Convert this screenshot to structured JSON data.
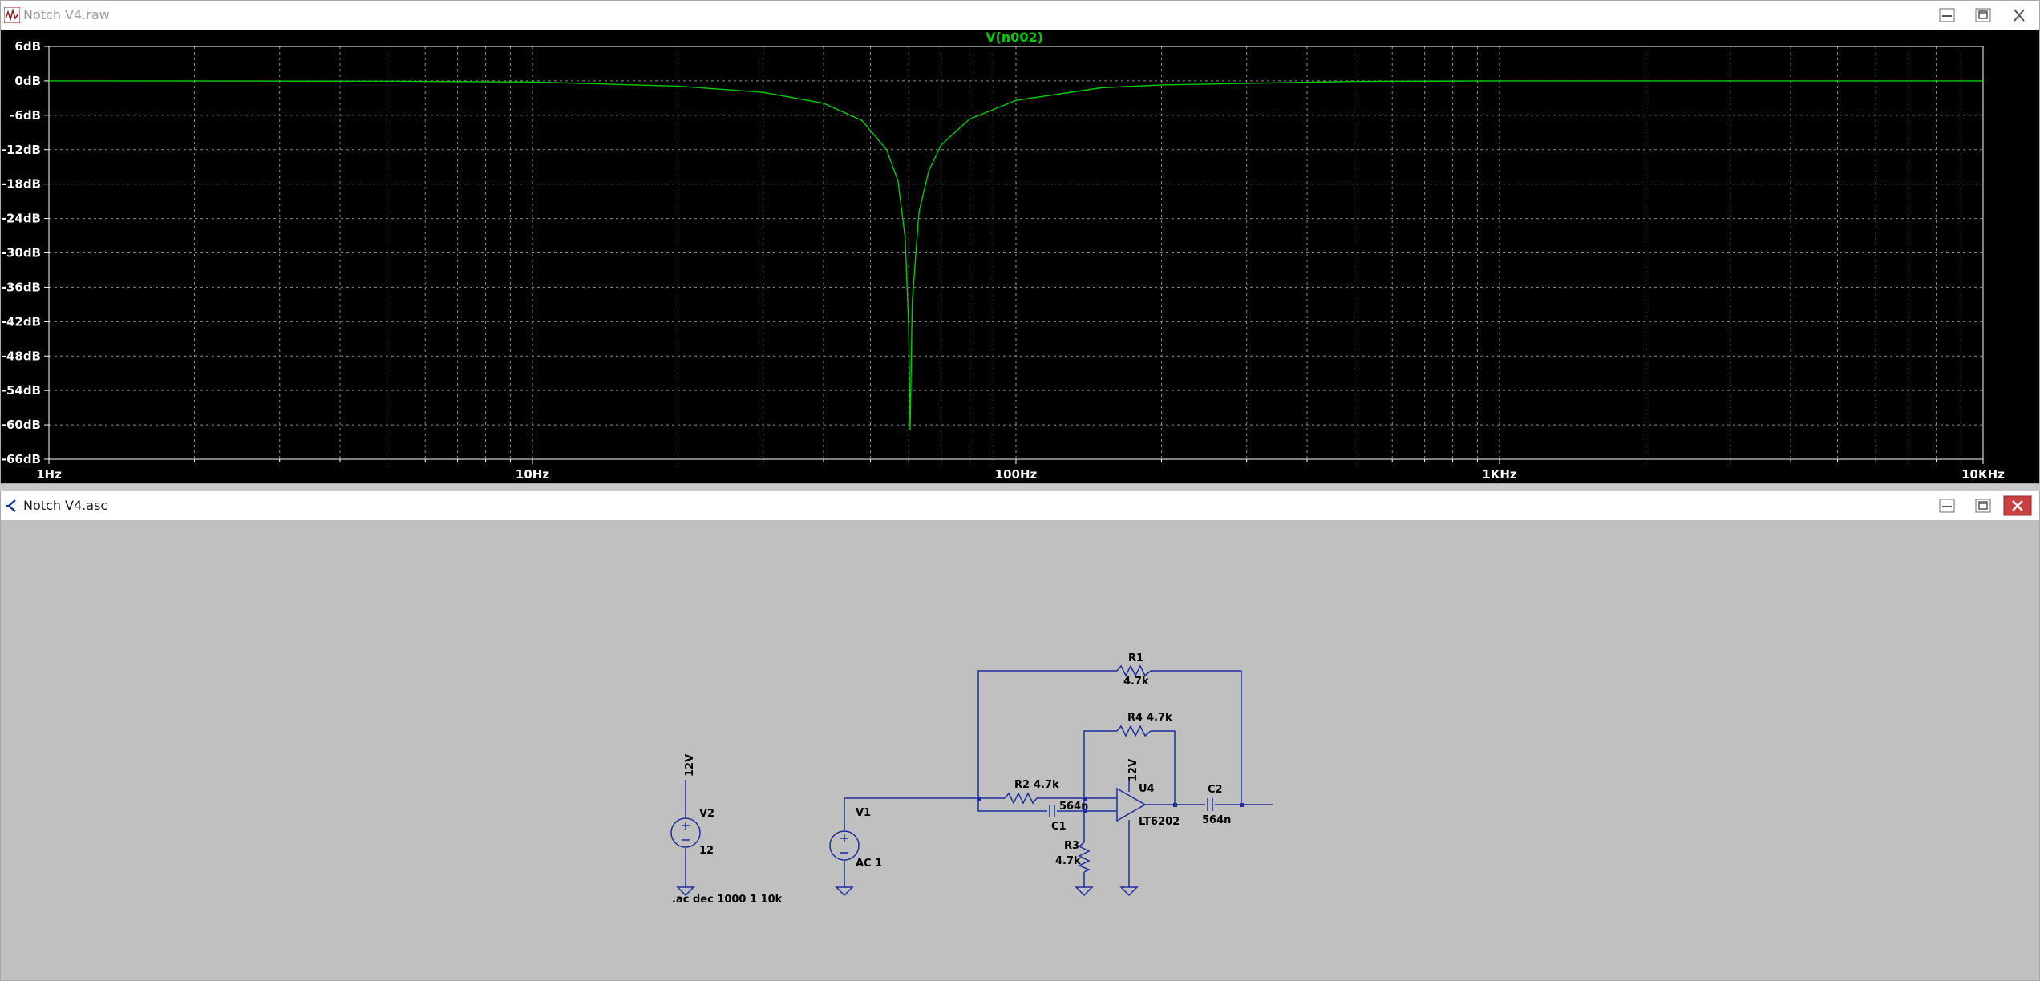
{
  "plot_window": {
    "title": "Notch V4.raw",
    "trace_name": "V(n002)",
    "trace_color": "#00cc00"
  },
  "schematic_window": {
    "title": "Notch V4.asc",
    "wire_color": "#1e2d9c",
    "background_color": "#c0c0c0"
  },
  "window_buttons": {
    "minimize": "minimize-icon",
    "maximize": "maximize-icon",
    "close": "close-icon"
  },
  "chart_data": {
    "type": "line",
    "title": "V(n002)",
    "xscale": "log",
    "xlim": [
      1,
      10000
    ],
    "ylim": [
      -66,
      6
    ],
    "grid": true,
    "ytick_labels": [
      "6dB",
      "0dB",
      "-6dB",
      "-12dB",
      "-18dB",
      "-24dB",
      "-30dB",
      "-36dB",
      "-42dB",
      "-48dB",
      "-54dB",
      "-60dB",
      "-66dB"
    ],
    "xtick_labels": [
      "1Hz",
      "10Hz",
      "100Hz",
      "1KHz",
      "10KHz"
    ],
    "series": [
      {
        "name": "V(n002)",
        "color": "#00cc00",
        "x": [
          1,
          5,
          10,
          20,
          30,
          40,
          48,
          54,
          57,
          59,
          60,
          60.4,
          61,
          63,
          66,
          70,
          80,
          100,
          150,
          200,
          500,
          1000,
          10000
        ],
        "y": [
          0,
          -0.05,
          -0.2,
          -0.9,
          -2.0,
          -3.9,
          -6.9,
          -12.0,
          -17.4,
          -27.4,
          -43,
          -61,
          -38.6,
          -22.9,
          -15.7,
          -11.2,
          -6.7,
          -3.4,
          -1.2,
          -0.7,
          -0.1,
          0,
          0
        ]
      }
    ]
  },
  "schematic": {
    "labels": {
      "r1_name": "R1",
      "r1_value": "4.7k",
      "r4_name": "R4",
      "r4_value": "4.7k",
      "r2_name": "R2",
      "r2_value": "4.7k",
      "r3_name": "R3",
      "r3_value": "4.7k",
      "c1_name": "C1",
      "c1_value": "564n",
      "c2_name": "C2",
      "c2_value": "564n",
      "u4_name": "U4",
      "u4_model": "LT6202",
      "u4_supply": "12V",
      "v1_name": "V1",
      "v1_value": "AC 1",
      "v2_name": "V2",
      "v2_value": "12",
      "v2_net": "12V",
      "directive": ".ac dec 1000 1 10k"
    }
  }
}
